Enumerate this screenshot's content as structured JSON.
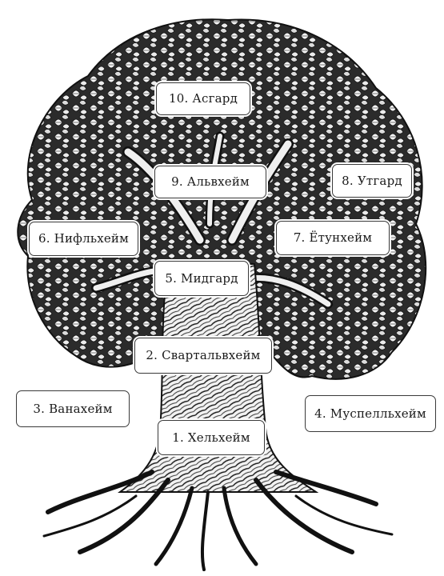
{
  "worlds": [
    {
      "id": "asgard",
      "label": "10. Асгард"
    },
    {
      "id": "alfheim",
      "label": "9. Альвхейм"
    },
    {
      "id": "utgard",
      "label": "8. Утгард"
    },
    {
      "id": "jotunheim",
      "label": "7. Ётунхейм"
    },
    {
      "id": "niflheim",
      "label": "6. Нифльхейм"
    },
    {
      "id": "midgard",
      "label": "5. Мидгард"
    },
    {
      "id": "muspelheim",
      "label": "4. Муспелльхейм"
    },
    {
      "id": "vanaheim",
      "label": "3. Ванахейм"
    },
    {
      "id": "svartalfheim",
      "label": "2. Свартальвхейм"
    },
    {
      "id": "helheim",
      "label": "1. Хельхейм"
    }
  ]
}
